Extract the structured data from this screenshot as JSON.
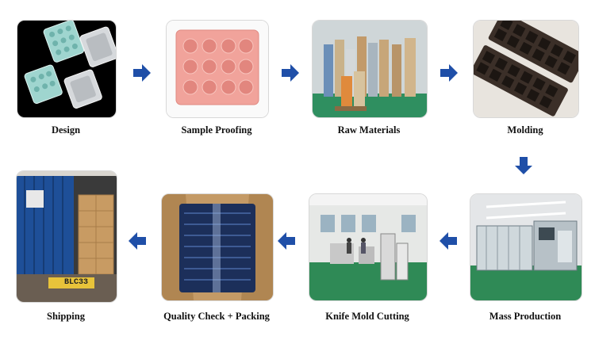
{
  "steps": [
    {
      "label": "Design"
    },
    {
      "label": "Sample Proofing"
    },
    {
      "label": "Raw Materials"
    },
    {
      "label": "Molding"
    },
    {
      "label": "Mass Production"
    },
    {
      "label": "Knife Mold Cutting"
    },
    {
      "label": "Quality Check + Packing"
    },
    {
      "label": "Shipping"
    }
  ],
  "container_plate": "BLC33",
  "colors": {
    "arrow": "#1f4fa8",
    "label": "#111111"
  }
}
